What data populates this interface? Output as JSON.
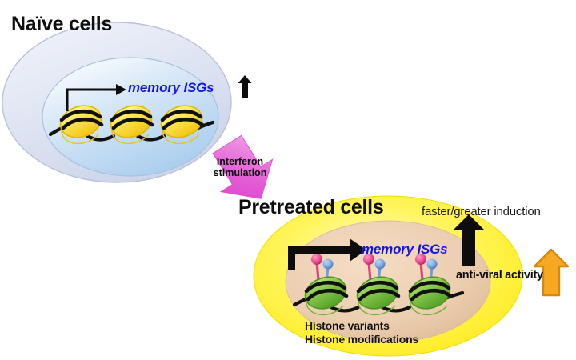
{
  "figure": {
    "type": "schematic-diagram",
    "subject": "Interferon-stimulated gene (ISG) transcriptional memory",
    "background_color": "#ffffff"
  },
  "naive_panel": {
    "title": "Naïve cells",
    "cell_fill_outer": "#dde3f0",
    "nucleus_fill_inner": "#c9ddf2",
    "gene_label": "memory ISGs",
    "gene_label_color": "#1414e6",
    "induction_arrow": "small-black-up-arrow",
    "nucleosome_color": "#ffe24d",
    "nucleosome_count": 3,
    "transcription_arrow": "thin-bent-arrow"
  },
  "interferon_arrow": {
    "label_line_1": "Interferon",
    "label_line_2": "stimulation",
    "color": "#e457d8",
    "direction": "down-right"
  },
  "pretreated_panel": {
    "title": "Pretreated cells",
    "cell_fill_outer": "#fff23d",
    "nucleus_fill_inner": "#e9c9a9",
    "gene_label": "memory ISGs",
    "gene_label_color": "#1414e6",
    "nucleosome_color": "#7cc63f",
    "nucleosome_count": 3,
    "transcription_arrow": "thick-bent-arrow",
    "marks": [
      {
        "name": "histone-variant-mark",
        "color": "#e8458c"
      },
      {
        "name": "histone-modification-mark",
        "color": "#6f9de0"
      }
    ],
    "caption_line_1": "Histone variants",
    "caption_line_2": "Histone modifications"
  },
  "outcomes": {
    "induction_text": "faster/greater induction",
    "induction_arrow_color": "#000000",
    "antiviral_text": "anti-viral activity",
    "antiviral_arrow_color": "#f5a623",
    "antiviral_arrow_stroke": "#d98b10"
  }
}
